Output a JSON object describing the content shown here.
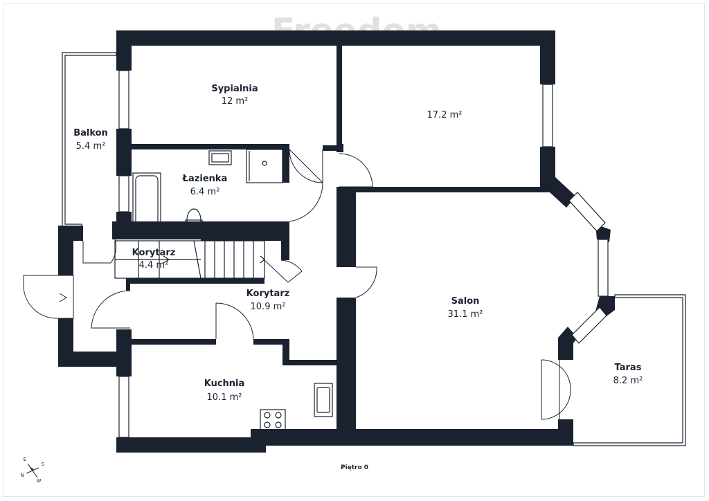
{
  "watermark": "Freedom",
  "floor": {
    "label": "Piętro 0"
  },
  "rooms": [
    {
      "id": "sypialnia",
      "name": "Sypialnia",
      "area": "12 m²"
    },
    {
      "id": "room-17",
      "name": "",
      "area": "17.2 m²"
    },
    {
      "id": "balkon",
      "name": "Balkon",
      "area": "5.4 m²"
    },
    {
      "id": "lazienka",
      "name": "Łazienka",
      "area": "6.4 m²"
    },
    {
      "id": "korytarz-small",
      "name": "Korytarz",
      "area": "4.4 m²"
    },
    {
      "id": "korytarz",
      "name": "Korytarz",
      "area": "10.9 m²"
    },
    {
      "id": "salon",
      "name": "Salon",
      "area": "31.1 m²"
    },
    {
      "id": "kuchnia",
      "name": "Kuchnia",
      "area": "10.1 m²"
    },
    {
      "id": "taras",
      "name": "Taras",
      "area": "8.2 m²"
    }
  ],
  "compass": {
    "n": "N",
    "e": "E",
    "s": "S",
    "w": "W"
  },
  "colors": {
    "wall": "#1a2230",
    "background": "#ffffff",
    "watermark": "#c9c9c9"
  }
}
